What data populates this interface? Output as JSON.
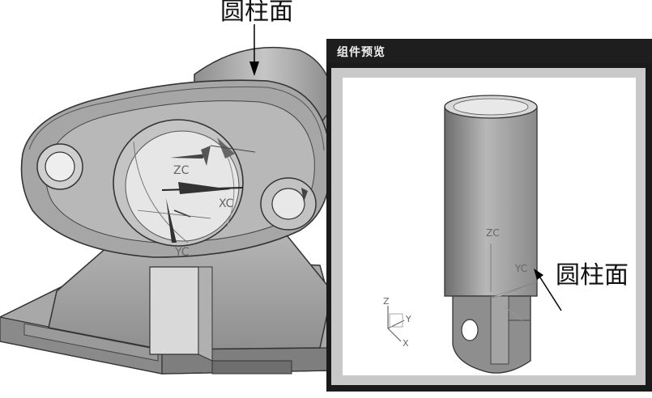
{
  "callouts": {
    "top_label": "圆柱面",
    "right_label": "圆柱面"
  },
  "preview_window": {
    "title": "组件预览",
    "triad_labels": {
      "z": "Z",
      "y": "Y",
      "x": "X"
    },
    "part_labels": {
      "zc": "ZC",
      "yc": "YC"
    }
  },
  "main_view": {
    "csys_labels": {
      "zc": "ZC",
      "xc": "XC",
      "yc": "YC"
    }
  },
  "colors": {
    "titlebar": "#1e1e1e",
    "frame": "#c9c9c9",
    "part_gray": "#9a9a9a",
    "viewport_bg": "#ffffff"
  }
}
